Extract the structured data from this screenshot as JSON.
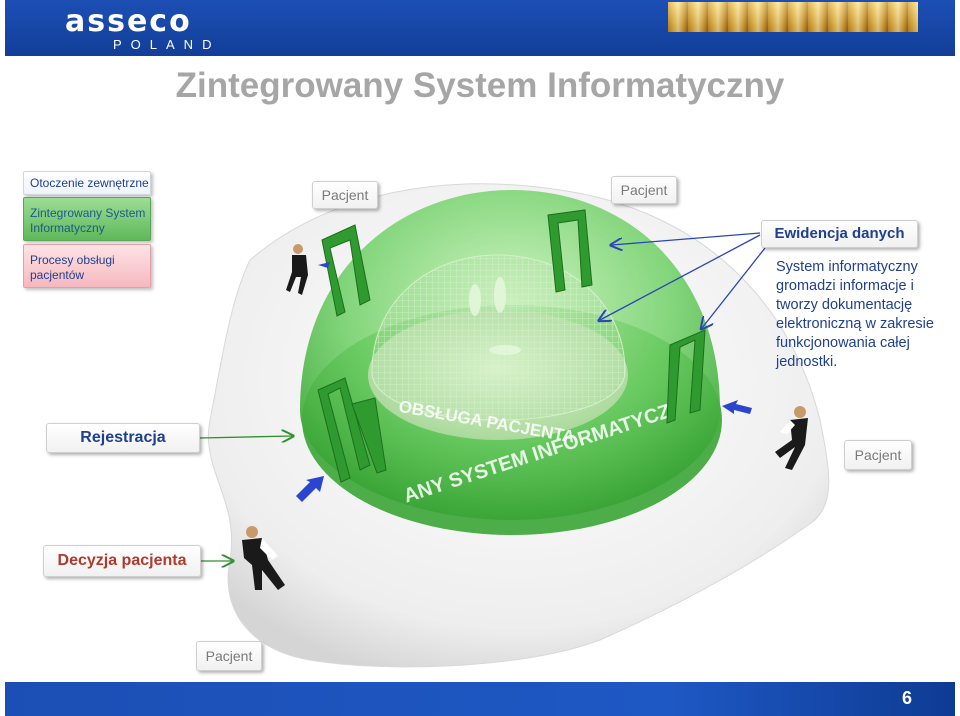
{
  "header": {
    "logo_text": "asseco",
    "logo_sub": "POLAND"
  },
  "title": "Zintegrowany System Informatyczny",
  "nav": {
    "items": [
      {
        "label": "Otoczenie zewnętrzne"
      },
      {
        "label": "Zintegrowany System Informatyczny"
      },
      {
        "label": "Procesy obsługi pacjentów"
      }
    ]
  },
  "labels": {
    "pacjent_1": "Pacjent",
    "pacjent_2": "Pacjent",
    "pacjent_3": "Pacjent",
    "pacjent_4": "Pacjent",
    "ewidencja": "Ewidencja danych",
    "rejestracja": "Rejestracja",
    "decyzja": "Decyzja pacjenta"
  },
  "description": "System informatyczny gromadzi informacje i tworzy dokumentację elektroniczną w zakresie funkcjonowania całej jednostki.",
  "scene": {
    "inner_ring_text": "OBSŁUGA PACJENTA",
    "outer_ring_text": "ZINTEGROWANY SYSTEM INFORMATYCZNY"
  },
  "footer": {
    "page_number": "6"
  },
  "colors": {
    "brand_blue": "#1c4fb5",
    "dome_green": "#4fc24a",
    "text_blue": "#1f3f8f",
    "title_gray": "#a6a6a6"
  }
}
